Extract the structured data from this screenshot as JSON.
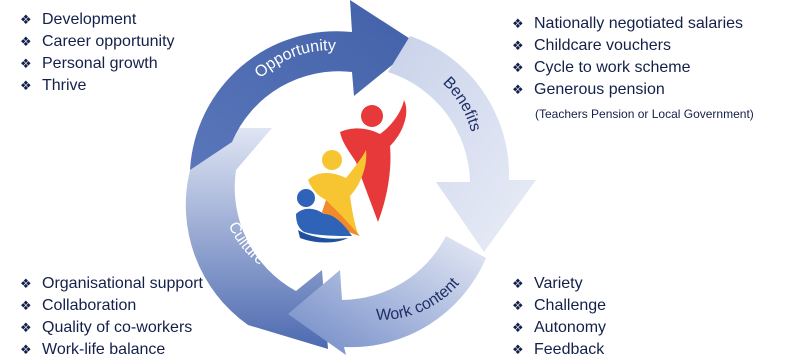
{
  "segments": {
    "opportunity": {
      "label": "Opportunity",
      "items": [
        "Development",
        "Career opportunity",
        "Personal growth",
        "Thrive"
      ]
    },
    "benefits": {
      "label": "Benefits",
      "items": [
        "Nationally negotiated salaries",
        "Childcare vouchers",
        "Cycle to work scheme",
        "Generous pension"
      ],
      "note": "(Teachers Pension or Local Government)"
    },
    "work_content": {
      "label": "Work content",
      "items": [
        "Variety",
        "Challenge",
        "Autonomy",
        "Feedback"
      ]
    },
    "culture": {
      "label": "Culture",
      "items": [
        "Organisational support",
        "Collaboration",
        "Quality of co-workers",
        "Work-life balance"
      ]
    }
  },
  "bullet_symbol": "❖",
  "colors": {
    "text": "#14204a",
    "arrow_dark": "#4a67ad",
    "arrow_light": "#d7ddef",
    "logo_red": "#e8393a",
    "logo_yellow": "#f7c531",
    "logo_blue": "#2e63b8"
  }
}
